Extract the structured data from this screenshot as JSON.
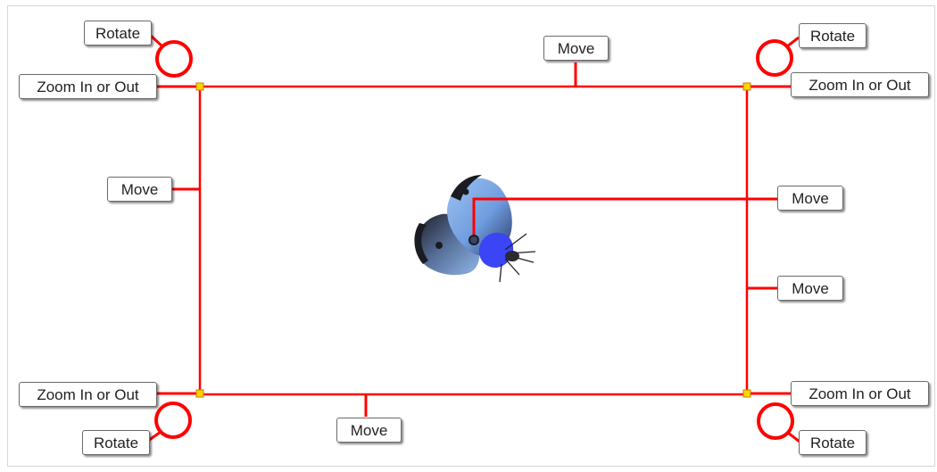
{
  "labels": {
    "rotate": "Rotate",
    "move": "Move",
    "zoom": "Zoom In or Out"
  },
  "colors": {
    "bounding_box": "#ff0000",
    "corner_handle": "#ffd400",
    "callout_border": "#6a6a6a",
    "wing_light": "#6f9de0",
    "wing_dark": "#1b1b22",
    "body_blue": "#3b45f5"
  }
}
